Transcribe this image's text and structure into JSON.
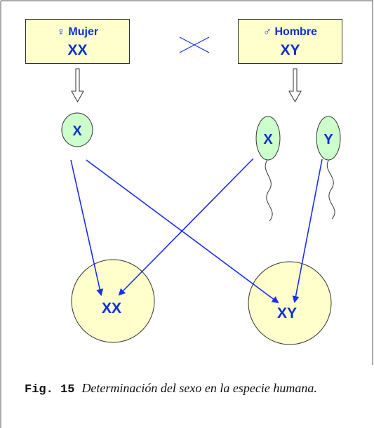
{
  "female": {
    "symbol": "♀",
    "label": "Mujer",
    "genotype": "XX"
  },
  "male": {
    "symbol": "♂",
    "label": "Hombre",
    "genotype": "XY"
  },
  "gametes": {
    "egg": "X",
    "sperm_x": "X",
    "sperm_y": "Y"
  },
  "offspring": {
    "female": "XX",
    "male": "XY"
  },
  "colors": {
    "text": "#0b2fd1",
    "box_fill": "#ffffcc",
    "gamete_fill": "#ccffcc",
    "arrow": "#1a2ef0"
  },
  "caption": {
    "figure": "Fig. 15",
    "text": "Determinación del sexo en la especie humana."
  }
}
